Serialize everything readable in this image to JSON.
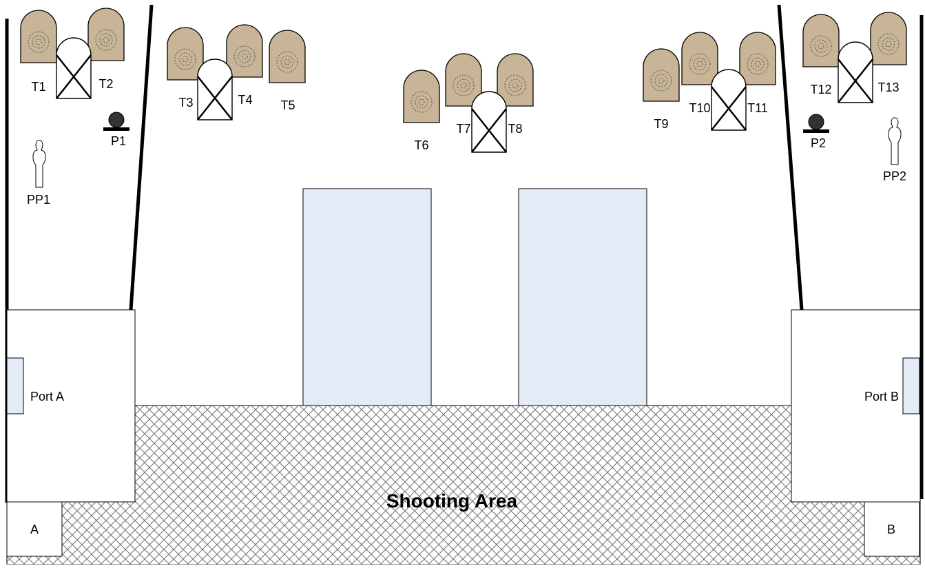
{
  "colors": {
    "target_fill": "#c8b496",
    "window_fill": "#e3ebf6",
    "popper_fill": "#333333",
    "line": "#000000",
    "hatch": "#777777"
  },
  "icons": {
    "paper_target": "paper-target-icon",
    "no_shoot": "no-shoot-target-icon",
    "popper": "popper-icon",
    "partial_popper": "partial-popper-icon"
  },
  "targets": {
    "t1": "T1",
    "t2": "T2",
    "t3": "T3",
    "t4": "T4",
    "t5": "T5",
    "t6": "T6",
    "t7": "T7",
    "t8": "T8",
    "t9": "T9",
    "t10": "T10",
    "t11": "T11",
    "t12": "T12",
    "t13": "T13"
  },
  "poppers": {
    "p1": "P1",
    "p2": "P2"
  },
  "partial_poppers": {
    "pp1": "PP1",
    "pp2": "PP2"
  },
  "ports": {
    "a": "Port A",
    "b": "Port B"
  },
  "positions": {
    "a": "A",
    "b": "B"
  },
  "shooting_area": "Shooting Area"
}
